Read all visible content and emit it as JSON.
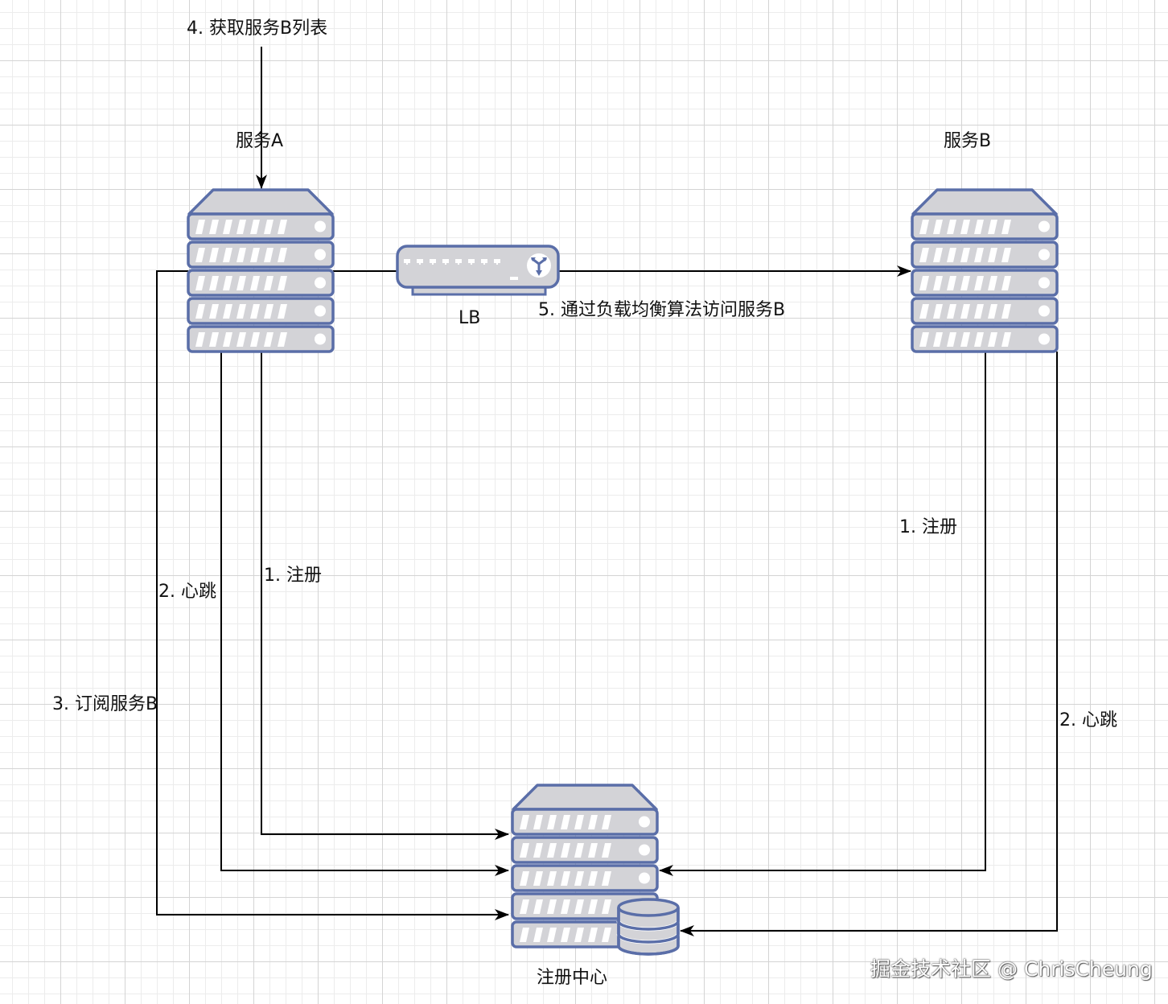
{
  "nodes": {
    "service_a": {
      "label": "服务A"
    },
    "service_b": {
      "label": "服务B"
    },
    "lb": {
      "label": "LB"
    },
    "registry": {
      "label": "注册中心"
    }
  },
  "edges": {
    "a_get_list": {
      "label": "4. 获取服务B列表"
    },
    "a_register": {
      "label": "1. 注册"
    },
    "a_heartbeat": {
      "label": "2. 心跳"
    },
    "a_subscribe": {
      "label": "3. 订阅服务B"
    },
    "lb_to_b": {
      "label": "5. 通过负载均衡算法访问服务B"
    },
    "b_register": {
      "label": "1. 注册"
    },
    "b_heartbeat": {
      "label": "2. 心跳"
    }
  },
  "watermark": "掘金技术社区 @ ChrisCheung",
  "colors": {
    "server_fill": "#d3d3d7",
    "server_stroke": "#5a6ea8",
    "line": "#000000"
  }
}
